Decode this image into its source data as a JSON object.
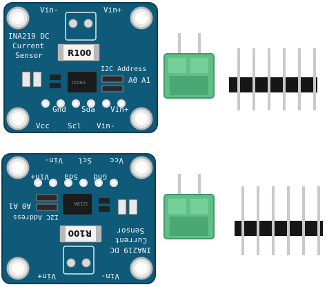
{
  "photo": {
    "description_free": true,
    "boards": [
      {
        "pins_top_left": "Vin-",
        "pins_top_right": "Vin+",
        "title_line1": "INA219 DC",
        "title_line2": "Current",
        "title_line3": "Sensor",
        "resistor": "R100",
        "i2c": "I2C Address",
        "a0": "A0",
        "a1": "A1",
        "gnd": "Gnd",
        "sda": "Sda",
        "vinp_bottom": "Vin+",
        "vcc": "Vcc",
        "scl": "Scl",
        "vinm_bottom": "Vin-"
      },
      {
        "pins_top_left": "Vin-",
        "pins_top_right": "Vin+",
        "title_line1": "INA219 DC",
        "title_line2": "Current",
        "title_line3": "Sensor",
        "resistor": "R100",
        "i2c": "I2C Address",
        "a0": "A0",
        "a1": "A1",
        "gnd": "Gnd",
        "sda": "Sda",
        "vinp_bottom": "Vin+",
        "vcc": "Vcc",
        "scl": "Scl",
        "vinm_bottom": "Vin-"
      }
    ]
  },
  "colors": {
    "pcb": "#0f5a78",
    "pcb_dark": "#0b4660",
    "terminal": "#5fbf86",
    "terminal_dark": "#3e9a66",
    "header_plastic": "#161616",
    "pin_metal": "#c9c9c9"
  }
}
